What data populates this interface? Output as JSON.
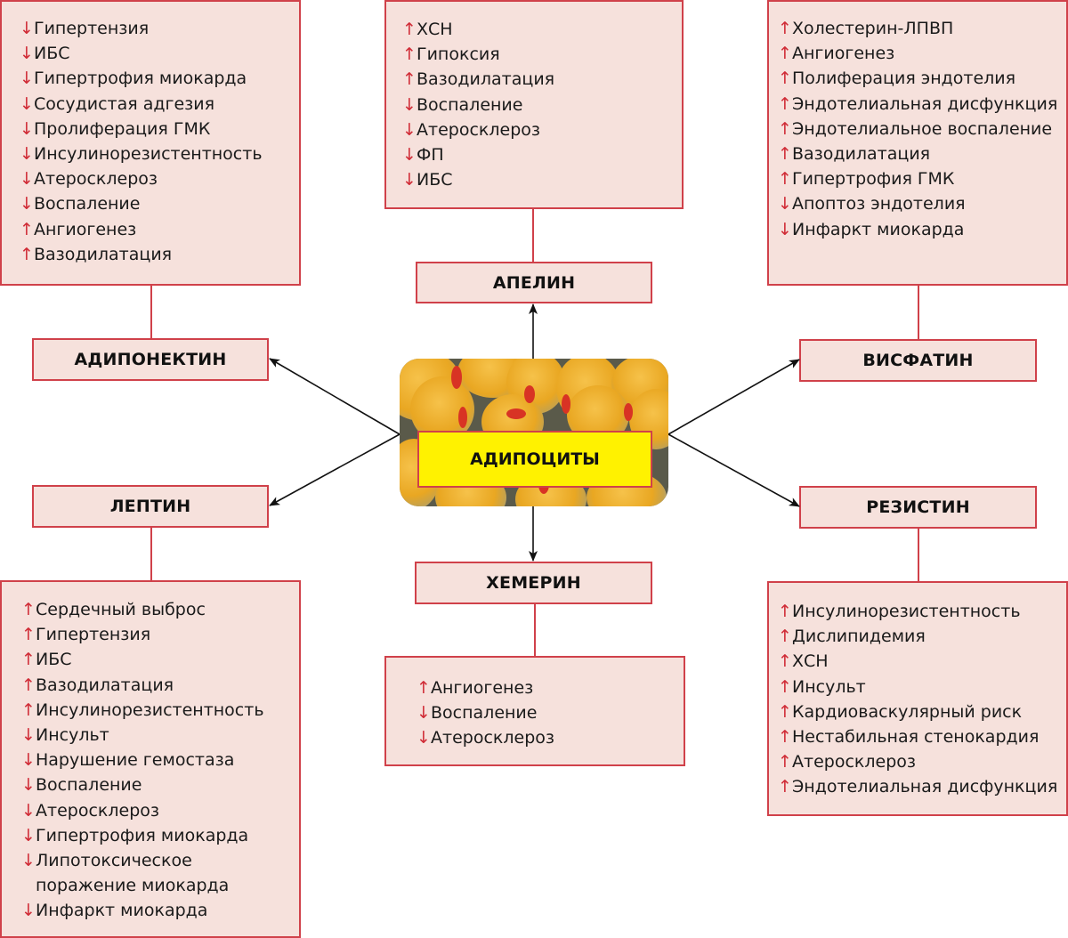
{
  "center": {
    "label": "АДИПОЦИТЫ",
    "image": "adipocytes-microscopy-image"
  },
  "colors": {
    "box_fill": "#f6e1dc",
    "box_border": "#d0414a",
    "arrow_red": "#d02b36",
    "center_fill": "#fff200"
  },
  "hormones": {
    "adiponectin": {
      "label": "АДИПОНЕКТИН",
      "effects": [
        {
          "dir": "↓",
          "text": "Гипертензия"
        },
        {
          "dir": "↓",
          "text": "ИБС"
        },
        {
          "dir": "↓",
          "text": "Гипертрофия миокарда"
        },
        {
          "dir": "↓",
          "text": "Сосудистая адгезия"
        },
        {
          "dir": "↓",
          "text": "Пролиферация ГМК"
        },
        {
          "dir": "↓",
          "text": "Инсулинорезистентность"
        },
        {
          "dir": "↓",
          "text": "Атеросклероз"
        },
        {
          "dir": "↓",
          "text": "Воспаление"
        },
        {
          "dir": "↑",
          "text": "Ангиогенез"
        },
        {
          "dir": "↑",
          "text": "Вазодилатация"
        }
      ]
    },
    "apelin": {
      "label": "АПЕЛИН",
      "effects": [
        {
          "dir": "↑",
          "text": "ХСН"
        },
        {
          "dir": "↑",
          "text": "Гипоксия"
        },
        {
          "dir": "↑",
          "text": "Вазодилатация"
        },
        {
          "dir": "↓",
          "text": "Воспаление"
        },
        {
          "dir": "↓",
          "text": "Атеросклероз"
        },
        {
          "dir": "↓",
          "text": "ФП"
        },
        {
          "dir": "↓",
          "text": "ИБС"
        }
      ]
    },
    "visfatin": {
      "label": "ВИСФАТИН",
      "effects": [
        {
          "dir": "↑",
          "text": "Холестерин-ЛПВП"
        },
        {
          "dir": "↑",
          "text": "Ангиогенез"
        },
        {
          "dir": "↑",
          "text": "Полиферация эндотелия"
        },
        {
          "dir": "↑",
          "text": "Эндотелиальная дисфункция"
        },
        {
          "dir": "↑",
          "text": "Эндотелиальное воспаление"
        },
        {
          "dir": "↑",
          "text": "Вазодилатация"
        },
        {
          "dir": "↑",
          "text": "Гипертрофия ГМК"
        },
        {
          "dir": "↓",
          "text": "Апоптоз эндотелия"
        },
        {
          "dir": "↓",
          "text": "Инфаркт миокарда"
        }
      ]
    },
    "leptin": {
      "label": "ЛЕПТИН",
      "effects": [
        {
          "dir": "↑",
          "text": "Сердечный выброс"
        },
        {
          "dir": "↑",
          "text": "Гипертензия"
        },
        {
          "dir": "↑",
          "text": "ИБС"
        },
        {
          "dir": "↑",
          "text": "Вазодилатация"
        },
        {
          "dir": "↑",
          "text": "Инсулинорезистентность"
        },
        {
          "dir": "↓",
          "text": "Инсульт"
        },
        {
          "dir": "↓",
          "text": "Нарушение гемостаза"
        },
        {
          "dir": "↓",
          "text": "Воспаление"
        },
        {
          "dir": "↓",
          "text": "Атеросклероз"
        },
        {
          "dir": "↓",
          "text": "Гипертрофия миокарда"
        },
        {
          "dir": "↓",
          "text": "Липотоксическое"
        },
        {
          "dir": "",
          "text": "поражение миокарда"
        },
        {
          "dir": "↓",
          "text": "Инфаркт миокарда"
        }
      ]
    },
    "chemerin": {
      "label": "ХЕМЕРИН",
      "effects": [
        {
          "dir": "↑",
          "text": "Ангиогенез"
        },
        {
          "dir": "↓",
          "text": "Воспаление"
        },
        {
          "dir": "↓",
          "text": "Атеросклероз"
        }
      ]
    },
    "resistin": {
      "label": "РЕЗИСТИН",
      "effects": [
        {
          "dir": "↑",
          "text": "Инсулинорезистентность"
        },
        {
          "dir": "↑",
          "text": "Дислипидемия"
        },
        {
          "dir": "↑",
          "text": "ХСН"
        },
        {
          "dir": "↑",
          "text": "Инсульт"
        },
        {
          "dir": "↑",
          "text": "Кардиоваскулярный риск"
        },
        {
          "dir": "↑",
          "text": "Нестабильная стенокардия"
        },
        {
          "dir": "↑",
          "text": "Атеросклероз"
        },
        {
          "dir": "↑",
          "text": "Эндотелиальная дисфункция"
        }
      ]
    }
  }
}
